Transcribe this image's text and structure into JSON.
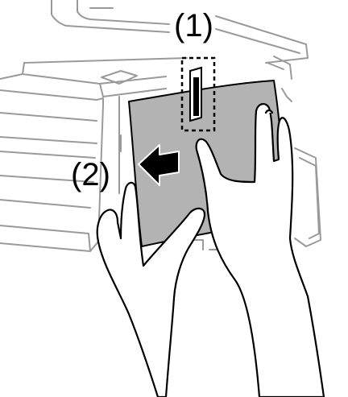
{
  "figure": {
    "step_1_label": "(1)",
    "step_2_label": "(2)"
  },
  "icons": {
    "printer": "printer-icon",
    "paper": "paper-sheet",
    "arrow": "arrow-left-icon",
    "edge_guide": "edge-guide",
    "hands": "hand-icon"
  },
  "colors": {
    "line": "#000000",
    "printer_line": "#9a9a9a",
    "paper_fill": "#b3b3b3",
    "background": "#ffffff"
  }
}
